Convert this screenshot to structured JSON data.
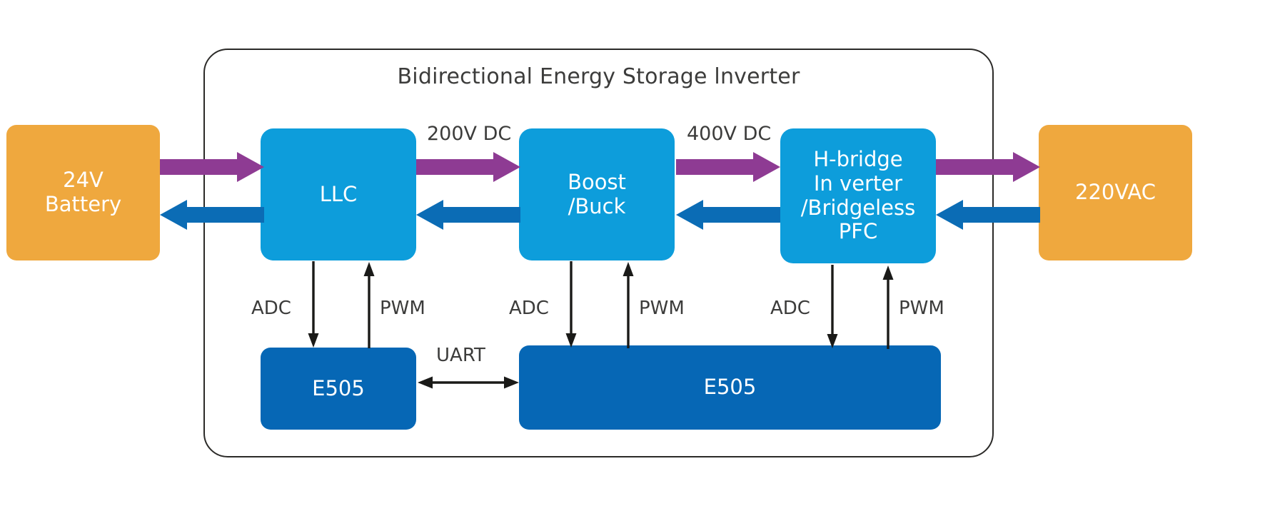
{
  "diagram": {
    "title": "Bidirectional Energy Storage lnverter",
    "colors": {
      "orange": "#efa83e",
      "light_blue": "#0d9ddb",
      "dark_blue": "#0667b5",
      "purple_arrow": "#8e3b93",
      "blue_arrow": "#0b6cb5",
      "outline": "#2b2a28",
      "text_gray": "#3c3c3b"
    },
    "source_block": {
      "line1": "24V",
      "line2": "Battery"
    },
    "load_block": {
      "line1": "220VAC"
    },
    "stages": [
      {
        "id": "llc",
        "lines": [
          "LLC"
        ]
      },
      {
        "id": "boost",
        "lines": [
          "Boost",
          "/Buck"
        ]
      },
      {
        "id": "hbridge",
        "lines": [
          "H-bridge",
          "In verter",
          "/Bridgeless",
          "PFC"
        ]
      }
    ],
    "bus_labels": [
      {
        "id": "bus-200v",
        "text": "200V DC"
      },
      {
        "id": "bus-400v",
        "text": "400V DC"
      }
    ],
    "controllers": [
      {
        "id": "mcu-left",
        "label": "E505"
      },
      {
        "id": "mcu-right",
        "label": "E505"
      }
    ],
    "signal_labels": {
      "adc": "ADC",
      "pwm": "PWM",
      "uart": "UART"
    },
    "signal_groups": [
      {
        "stage": "llc",
        "adc": "ADC",
        "pwm": "PWM"
      },
      {
        "stage": "boost",
        "adc": "ADC",
        "pwm": "PWM"
      },
      {
        "stage": "hbridge",
        "adc": "ADC",
        "pwm": "PWM"
      }
    ],
    "bus_link": {
      "label": "UART"
    }
  }
}
